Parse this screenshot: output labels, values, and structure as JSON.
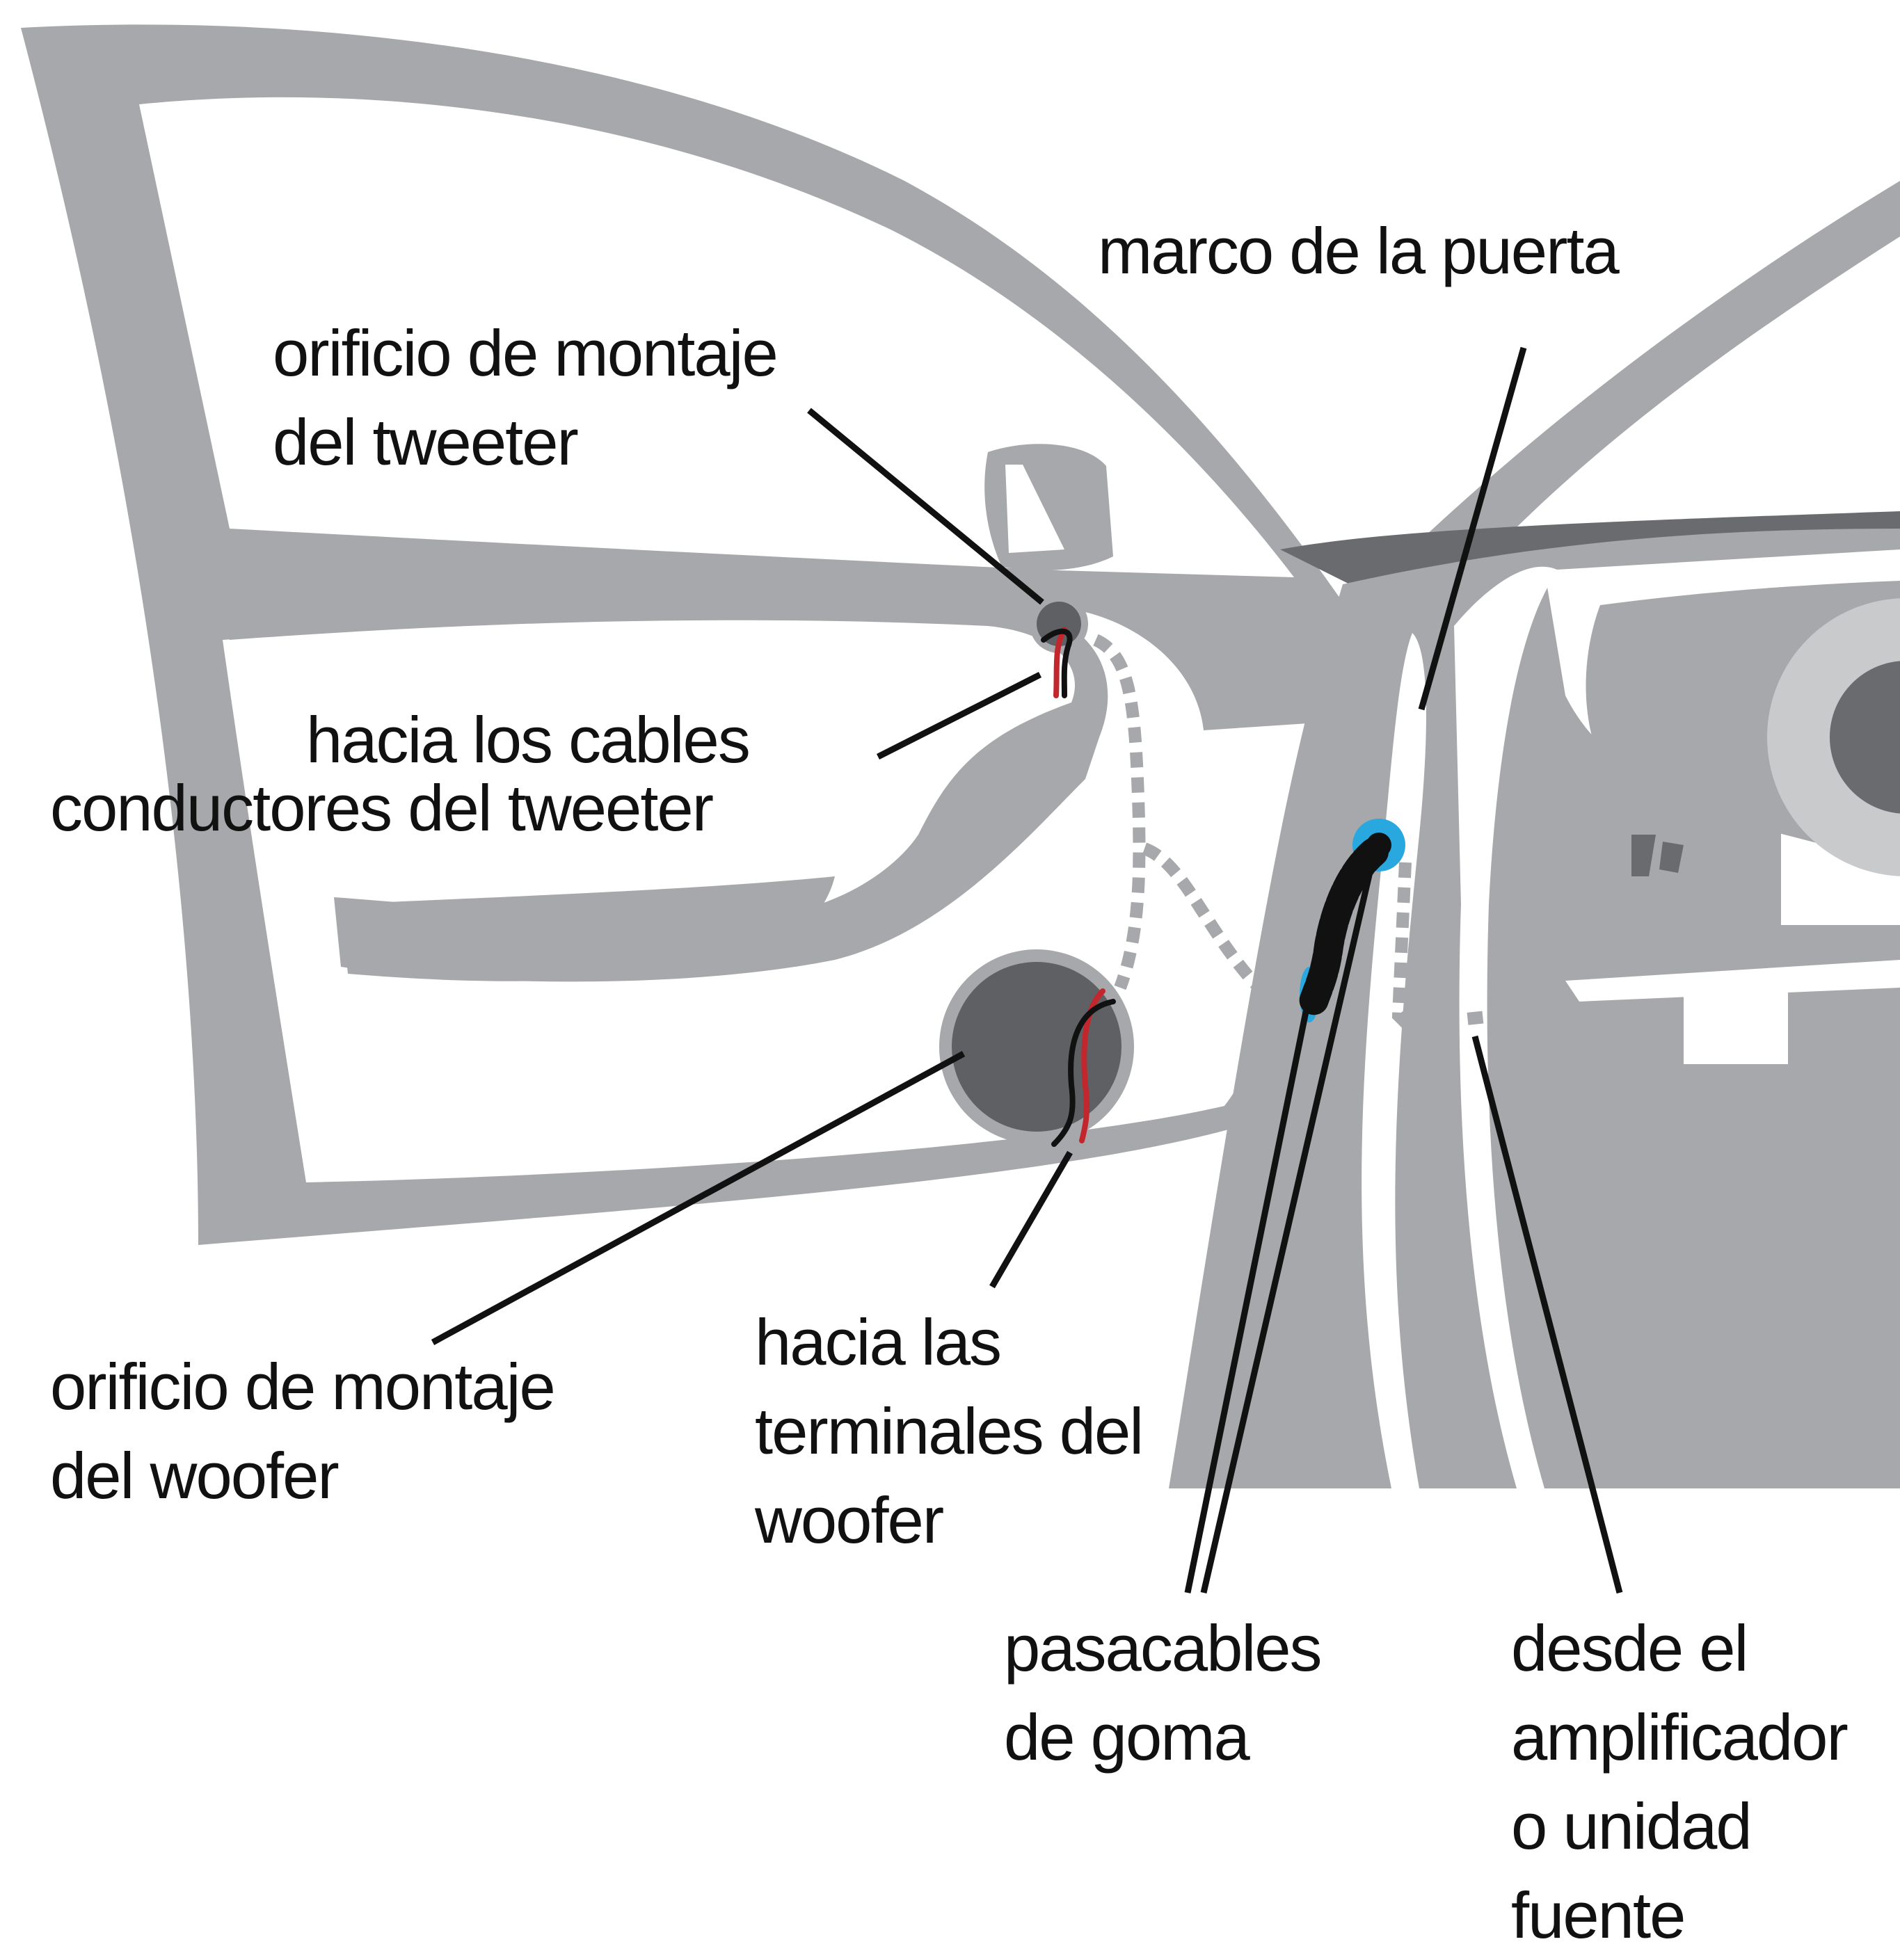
{
  "labels": {
    "door_frame": [
      "marco de la puerta"
    ],
    "tweeter_mount": [
      "orificio de montaje",
      "del tweeter"
    ],
    "tweeter_leads": [
      "hacia los cables",
      "conductores del tweeter"
    ],
    "woofer_mount": [
      "orificio de montaje",
      "del woofer"
    ],
    "woofer_terminals": [
      "hacia las",
      "terminales del",
      "woofer"
    ],
    "rubber_grommets": [
      "pasacables",
      "de goma"
    ],
    "from_source": [
      "desde el",
      "amplificador",
      "o unidad",
      "fuente"
    ]
  },
  "colors": {
    "car_body": "#a7a8ab",
    "car_shadow": "#6a6b6e",
    "speaker_dark": "#5f6064",
    "wire_black": "#111111",
    "wire_red": "#c1272d",
    "grommet_blue": "#29a8e0",
    "leader_line": "#111111"
  }
}
